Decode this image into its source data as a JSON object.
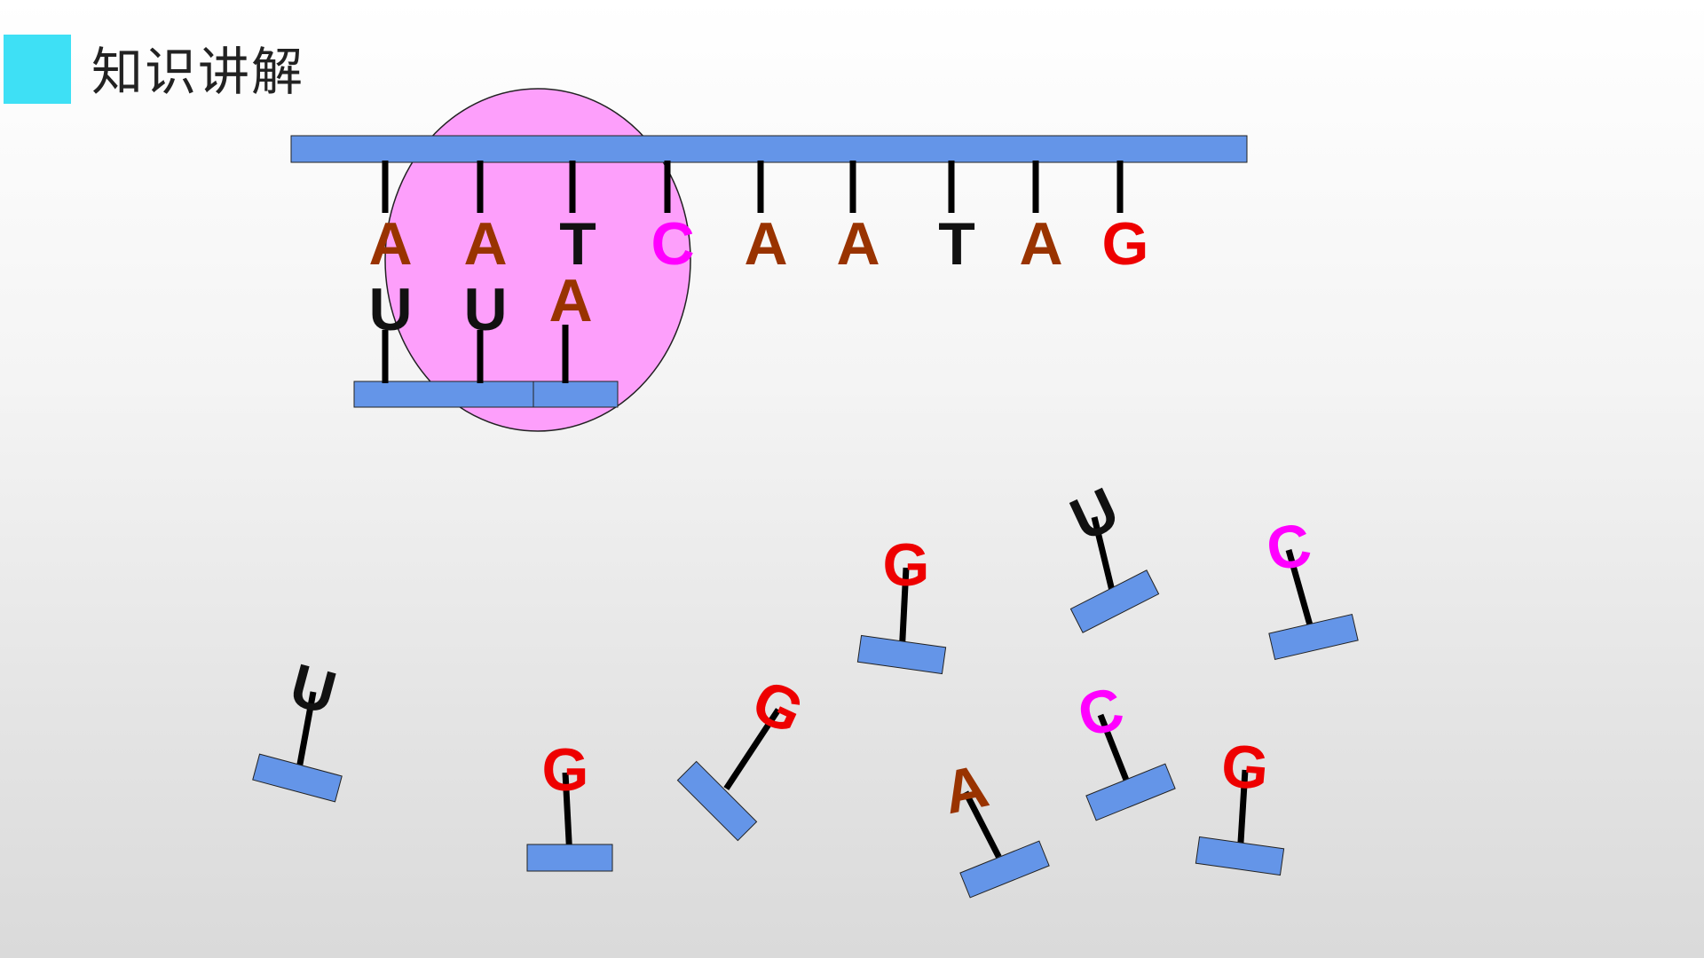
{
  "title": "知识讲解",
  "colors": {
    "accent": "#3ee0f5",
    "strand": "#6495e8",
    "ribosome": "#fd9ffb",
    "A": "#993300",
    "T": "#111111",
    "U": "#111111",
    "C": "#ff00ff",
    "G": "#ee0000"
  },
  "dna_template": [
    "A",
    "A",
    "T",
    "C",
    "A",
    "A",
    "T",
    "A",
    "G"
  ],
  "paired_bases": [
    "U",
    "U",
    "A"
  ],
  "free_nucleotides": [
    "G",
    "U",
    "C",
    "U",
    "G",
    "G",
    "A",
    "C",
    "G"
  ]
}
